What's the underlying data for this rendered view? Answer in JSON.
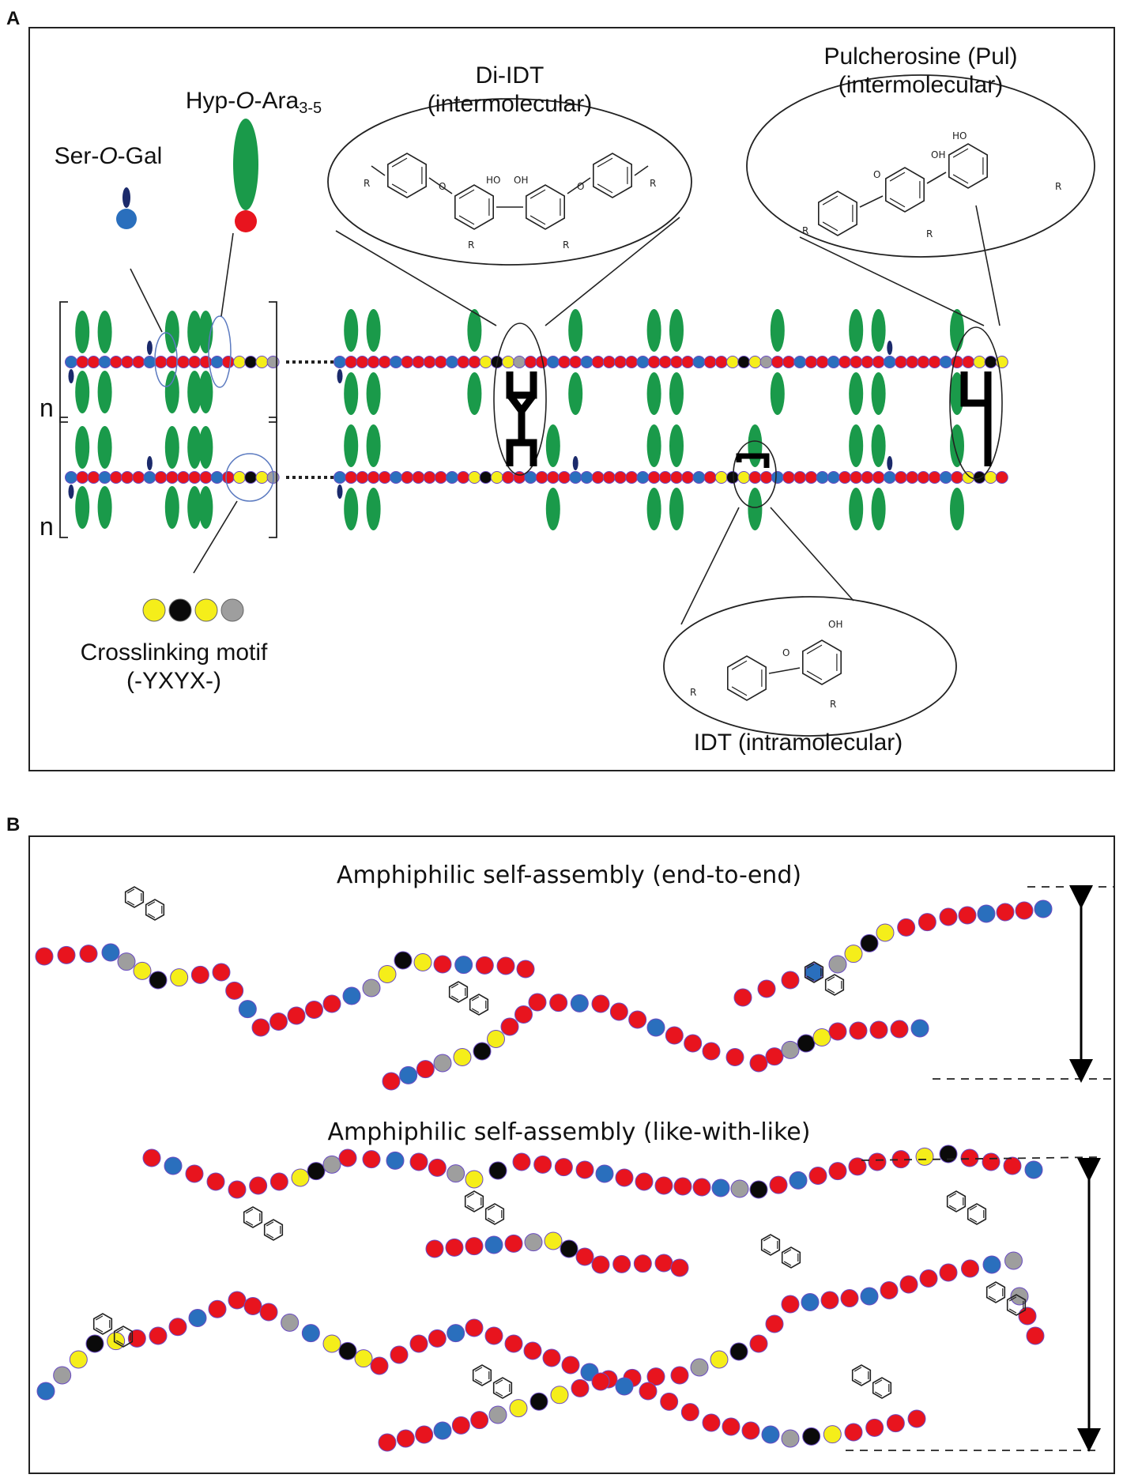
{
  "panels": {
    "a": {
      "letter": "A"
    },
    "b": {
      "letter": "B"
    }
  },
  "labels_a": {
    "ser_o_gal_prefix": "Ser-",
    "ser_o_gal_o": "O",
    "ser_o_gal_suffix": "-Gal",
    "hyp_prefix": "Hyp-",
    "hyp_o": "O",
    "hyp_mid": "-Ara",
    "hyp_sub": "3-5",
    "di_idt_line1": "Di-IDT",
    "di_idt_line2": "(intermolecular)",
    "pul_line1": "Pulcherosine (Pul)",
    "pul_line2": "(intermolecular)",
    "crosslink_line1": "Crosslinking motif",
    "crosslink_line2": "(-YXYX-)",
    "idt_label": "IDT (intramolecular)",
    "repeat_n": "n"
  },
  "labels_b": {
    "end_to_end": "Amphiphilic self-assembly (end-to-end)",
    "like_with_like": "Amphiphilic self-assembly (like-with-like)"
  },
  "colors": {
    "hyp_red": "#e8141e",
    "ser_blue": "#2a6fbd",
    "tyr_yellow": "#f5ee1a",
    "lys_black": "#0a0a0a",
    "gray": "#9e9e9e",
    "arabinose_green": "#1a9a4a",
    "galactose_navy": "#1b2a6b",
    "bead_outline": "#6a4bc2"
  }
}
